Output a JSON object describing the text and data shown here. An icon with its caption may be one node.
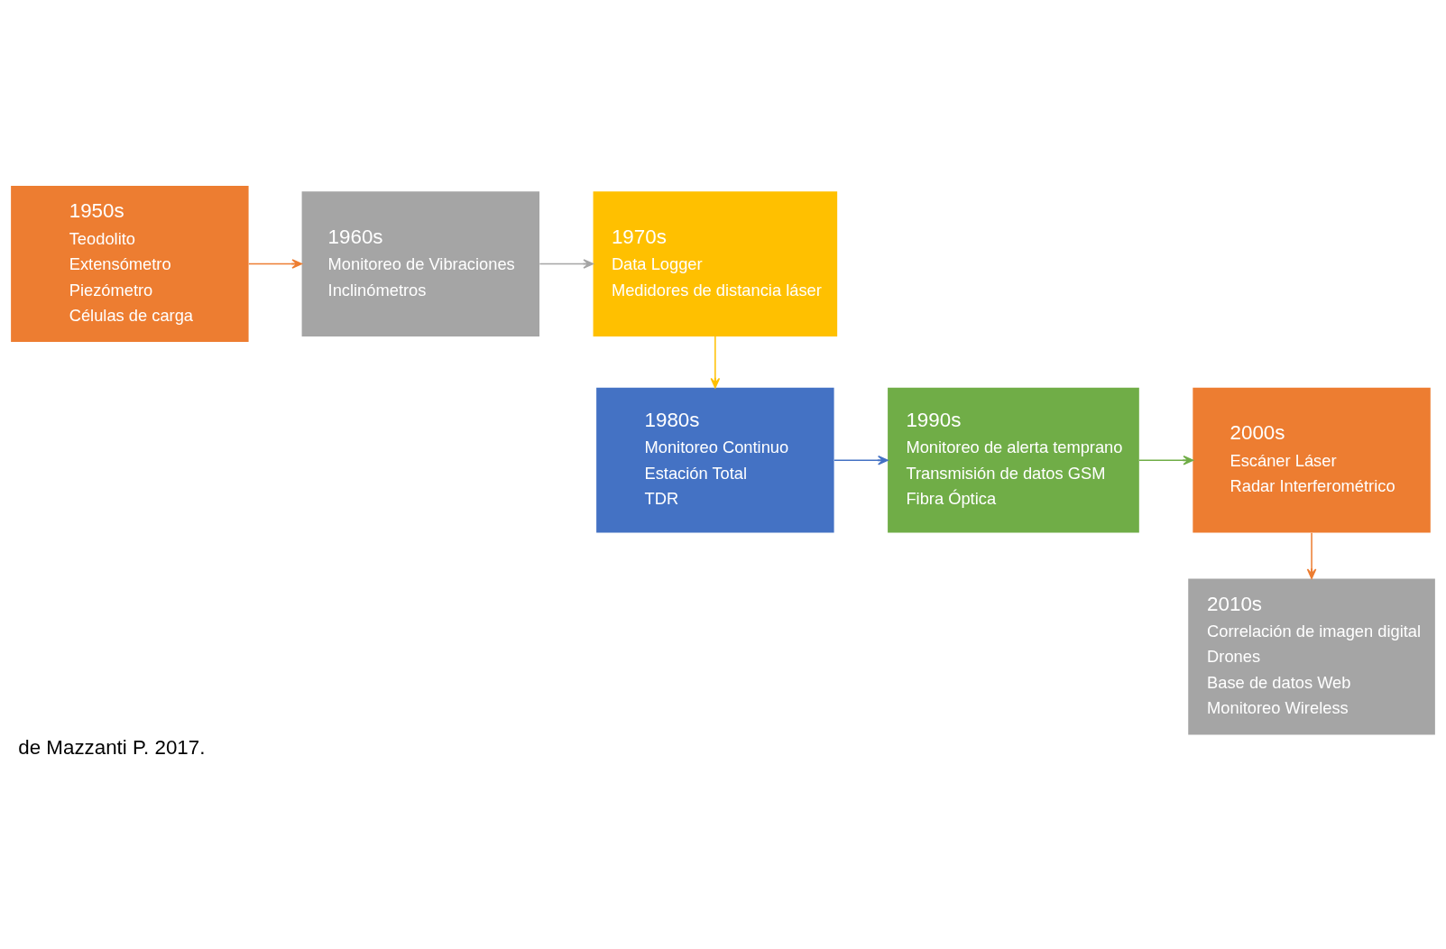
{
  "diagram": {
    "caption": "de Mazzanti P. 2017.",
    "nodes": [
      {
        "text": [
          "1950s",
          "Teodolito",
          "Extensómetro",
          "Piezómetro",
          "Células de carga"
        ]
      },
      {
        "text": [
          "1960s",
          "Monitoreo de Vibraciones",
          "Inclinómetros"
        ]
      },
      {
        "text": [
          "1970s",
          "Data Logger",
          "Medidores de distancia láser"
        ]
      },
      {
        "text": [
          "1980s",
          "Monitoreo Continuo",
          "Estación Total",
          "TDR"
        ]
      },
      {
        "text": [
          "1990s",
          "Monitoreo de alerta temprano",
          "Transmisión de datos GSM",
          "Fibra Óptica"
        ]
      },
      {
        "text": [
          "2000s",
          "Escáner Láser",
          "Radar Interferométrico"
        ]
      },
      {
        "text": [
          "2010s",
          "Correlación de imagen digital",
          "Drones",
          "Base de datos Web",
          "Monitoreo Wireless"
        ]
      }
    ],
    "edges": [
      {
        "from": 0,
        "to": 1,
        "arrow": "to",
        "color": "#ed7d31"
      },
      {
        "from": 1,
        "to": 2,
        "arrow": "to",
        "color": "#a5a5a5"
      },
      {
        "from": 2,
        "to": 3,
        "arrow": "to",
        "color": "#ffc000"
      },
      {
        "from": 3,
        "to": 4,
        "arrow": "to",
        "color": "#4472c4"
      },
      {
        "from": 4,
        "to": 5,
        "arrow": "to",
        "color": "#70ad47"
      },
      {
        "from": 5,
        "to": 6,
        "arrow": "to",
        "color": "#ed7d31"
      }
    ]
  }
}
